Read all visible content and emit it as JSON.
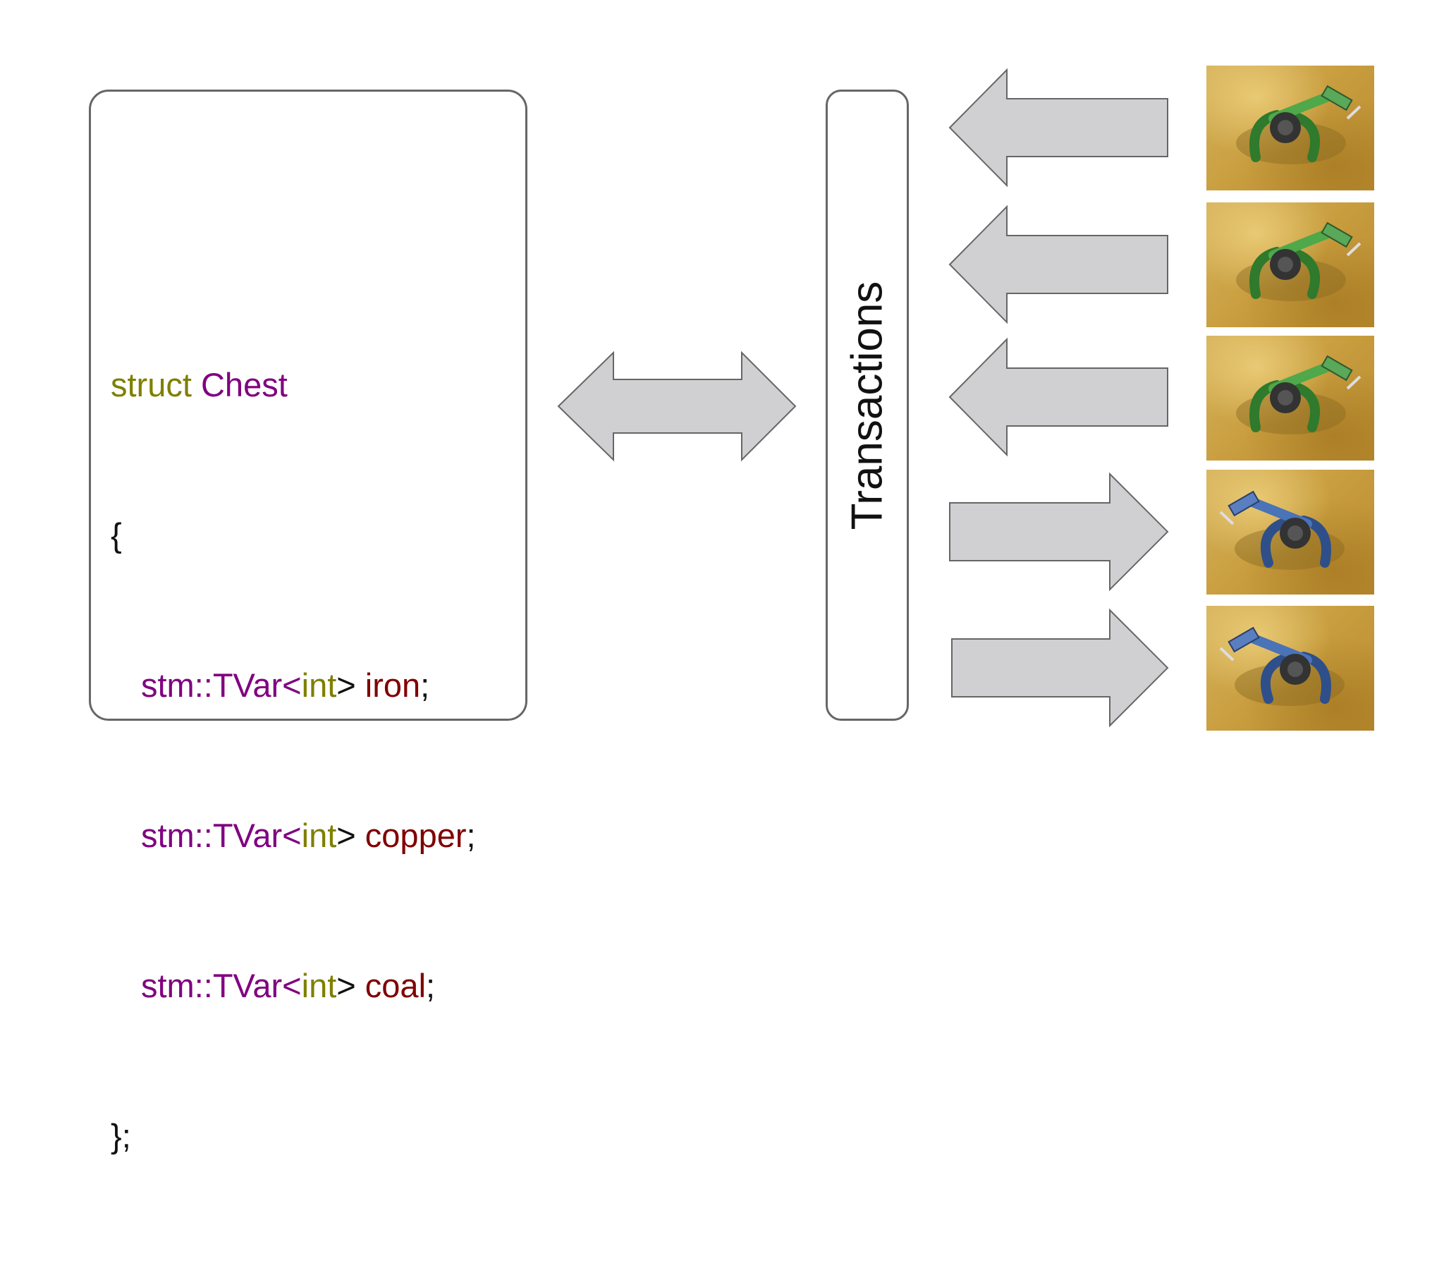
{
  "code": {
    "line1": {
      "kw": "struct",
      "name": "Chest"
    },
    "open_brace": "{",
    "fields": [
      {
        "ns": "stm::TVar<",
        "type": "int",
        "close": ">",
        "name": "iron",
        "semi": ";"
      },
      {
        "ns": "stm::TVar<",
        "type": "int",
        "close": ">",
        "name": "copper",
        "semi": ";"
      },
      {
        "ns": "stm::TVar<",
        "type": "int",
        "close": ">",
        "name": "coal",
        "semi": ";"
      }
    ],
    "close_brace": "};"
  },
  "transactions_label": "Transactions",
  "arrows": [
    "left",
    "left",
    "left",
    "right",
    "right"
  ],
  "inserters": [
    {
      "icon": "green-inserter-icon"
    },
    {
      "icon": "green-inserter-icon"
    },
    {
      "icon": "green-inserter-icon"
    },
    {
      "icon": "blue-inserter-icon"
    },
    {
      "icon": "blue-inserter-icon"
    }
  ],
  "colors": {
    "keyword": "#7f7f00",
    "type": "#800080",
    "identifier": "#800000",
    "arrow_fill": "#d0d0d2",
    "arrow_stroke": "#666666",
    "box_border": "#666666"
  }
}
